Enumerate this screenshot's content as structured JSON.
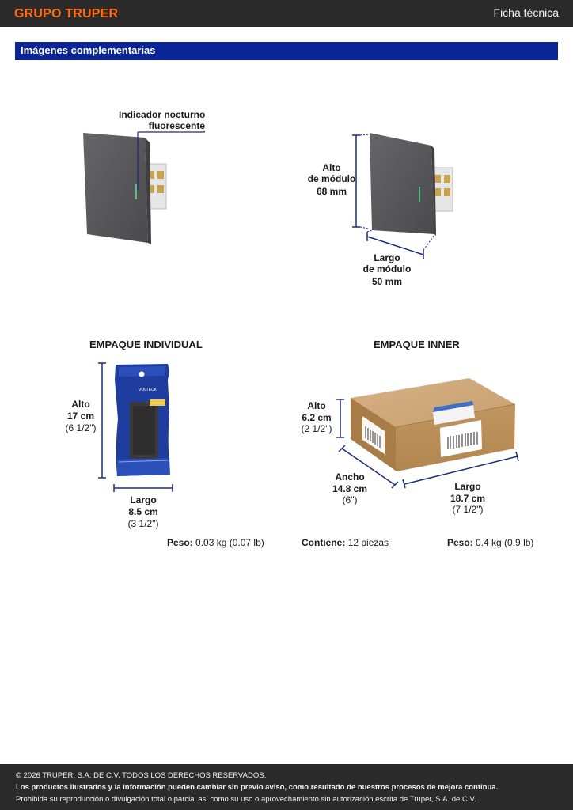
{
  "header": {
    "brand": "GRUPO TRUPER",
    "doc_type": "Ficha técnica"
  },
  "section": {
    "title": "Imágenes complementarias"
  },
  "module_view": {
    "indicator_label_1": "Indicador nocturno",
    "indicator_label_2": "fluorescente",
    "alto_1": "Alto",
    "alto_2": "de módulo",
    "alto_3": "68 mm",
    "largo_1": "Largo",
    "largo_2": "de módulo",
    "largo_3": "50 mm"
  },
  "individual": {
    "title": "EMPAQUE INDIVIDUAL",
    "alto_1": "Alto",
    "alto_2": "17 cm",
    "alto_3": "(6 1/2\")",
    "largo_1": "Largo",
    "largo_2": "8.5 cm",
    "largo_3": "(3 1/2\")",
    "peso_label": "Peso:",
    "peso_value": "0.03 kg (0.07 lb)",
    "pack_brand": "VOLTECK"
  },
  "inner": {
    "title": "EMPAQUE INNER",
    "alto_1": "Alto",
    "alto_2": "6.2 cm",
    "alto_3": "(2 1/2\")",
    "ancho_1": "Ancho",
    "ancho_2": "14.8 cm",
    "ancho_3": "(6\")",
    "largo_1": "Largo",
    "largo_2": "18.7 cm",
    "largo_3": "(7 1/2\")",
    "contiene_label": "Contiene:",
    "contiene_value": "12 piezas",
    "peso_label": "Peso:",
    "peso_value": "0.4 kg (0.9 lb)"
  },
  "footer": {
    "copyright": "© 2026 TRUPER, S.A. DE C.V. TODOS LOS DERECHOS RESERVADOS.",
    "notice": "Los productos ilustrados y la información pueden cambiar sin previo aviso, como resultado de nuestros procesos de mejora continua.",
    "prohibition": "Prohibida su reproducción o divulgación total o parcial así como su uso o aprovechamiento sin autorización escrita de Truper, S.A. de C.V."
  },
  "colors": {
    "brand_orange": "#ff6a13",
    "band_blue": "#0c2596",
    "dimension_navy": "#1f2a7a",
    "plate_gray": "#5a5a5c",
    "cardboard": "#c49a66"
  }
}
